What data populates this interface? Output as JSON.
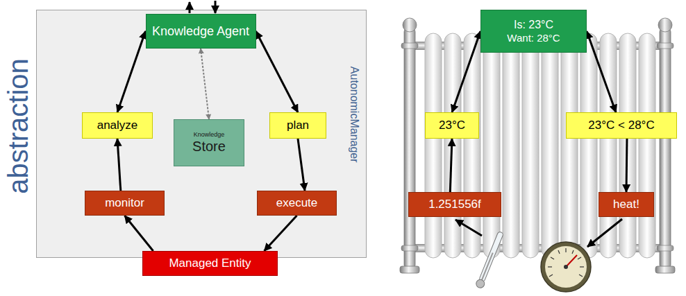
{
  "diagram": {
    "nodes": [
      {
        "text": [
          "AutonomicManager"
        ]
      },
      {
        "text": [
          "Knowledge Agent"
        ],
        "in": 0
      },
      {
        "text": [
          "Knowledge",
          "Store"
        ],
        "in": 0
      },
      {
        "text": [
          "analyze"
        ],
        "in": 0
      },
      {
        "text": [
          "plan"
        ],
        "in": 0
      },
      {
        "text": [
          "monitor"
        ],
        "in": 0
      },
      {
        "text": [
          "execute"
        ],
        "in": 0
      },
      {
        "text": [
          "Managed Entity"
        ]
      },
      {
        "text": [
          "Is: 23°C",
          "Want: 28°C"
        ]
      },
      {
        "text": [
          "23°C"
        ]
      },
      {
        "text": [
          "23°C < 28°C"
        ]
      },
      {
        "text": [
          "1.251556f"
        ]
      },
      {
        "text": [
          "heat!"
        ]
      }
    ],
    "edges": [
      {
        "from": 3,
        "to": 1,
        "arrow": "both"
      },
      {
        "from": 1,
        "to": 4,
        "arrow": "both"
      },
      {
        "from": 1,
        "to": 2,
        "arrow": "both"
      },
      {
        "from": 5,
        "to": 3,
        "arrow": "to"
      },
      {
        "from": 4,
        "to": 6,
        "arrow": "to"
      },
      {
        "from": 6,
        "to": 7,
        "arrow": "to"
      },
      {
        "from": 7,
        "to": 5,
        "arrow": "to"
      },
      {
        "from": 11,
        "to": 9,
        "arrow": "to"
      },
      {
        "from": 9,
        "to": 8,
        "arrow": "both"
      },
      {
        "from": 8,
        "to": 10,
        "arrow": "both"
      },
      {
        "from": 10,
        "to": 12,
        "arrow": "to"
      }
    ],
    "labels": [
      "abstraction"
    ]
  }
}
